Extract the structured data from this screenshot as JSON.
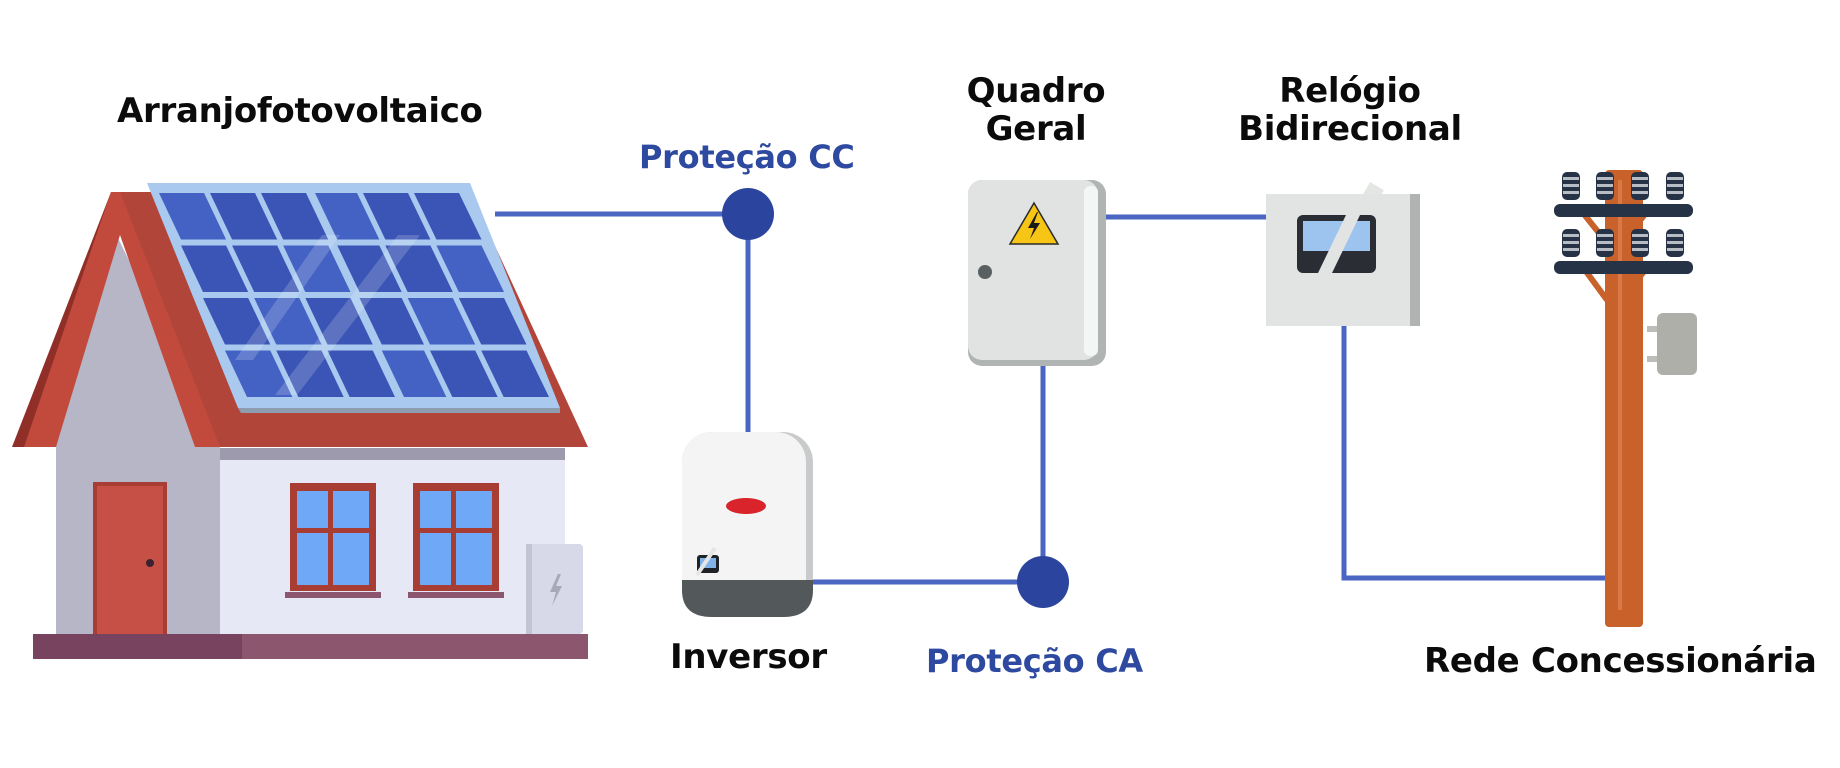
{
  "title": "Sistema fotovoltaico conectado à rede",
  "colors": {
    "wire": "#4a66c2",
    "node": "#2b459e",
    "label_dark": "#0b0b0b",
    "label_blue": "#2e4aa0",
    "roof": "#b1453a",
    "panel": "#3a55b5",
    "pole": "#c9622a"
  },
  "labels": {
    "arranjo": "Arranjofotovoltaico",
    "protecao_cc": "Proteção CC",
    "quadro_line1": "Quadro",
    "quadro_line2": "Geral",
    "relogio_line1": "Relógio",
    "relogio_line2": "Bidirecional",
    "inversor": "Inversor",
    "protecao_ca": "Proteção CA",
    "rede": "Rede Concessionária"
  },
  "components": [
    {
      "id": "arranjo",
      "label": "Arranjofotovoltaico",
      "icon": "solar-house-icon"
    },
    {
      "id": "protecao_cc",
      "label": "Proteção CC",
      "icon": "node-icon"
    },
    {
      "id": "inversor",
      "label": "Inversor",
      "icon": "inverter-icon"
    },
    {
      "id": "protecao_ca",
      "label": "Proteção CA",
      "icon": "node-icon"
    },
    {
      "id": "quadro_geral",
      "label": "Quadro Geral",
      "icon": "electrical-panel-icon"
    },
    {
      "id": "relogio",
      "label": "Relógio Bidirecional",
      "icon": "bidirectional-meter-icon"
    },
    {
      "id": "rede",
      "label": "Rede Concessionária",
      "icon": "utility-pole-icon"
    }
  ],
  "connections": [
    [
      "arranjo",
      "protecao_cc"
    ],
    [
      "protecao_cc",
      "inversor"
    ],
    [
      "inversor",
      "protecao_ca"
    ],
    [
      "protecao_ca",
      "quadro_geral"
    ],
    [
      "quadro_geral",
      "relogio"
    ],
    [
      "relogio",
      "rede"
    ]
  ]
}
